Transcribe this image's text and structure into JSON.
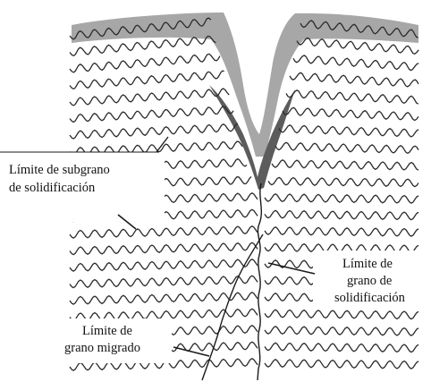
{
  "labels": {
    "subgrain_line1": "Límite de subgrano",
    "subgrain_line2": "de solidificación",
    "solid_line1": "Límite de",
    "solid_line2": "grano de",
    "solid_line3": "solidificación",
    "migrated_line1": "Límite de",
    "migrated_line2": "grano migrado"
  },
  "colors": {
    "cell_stroke": "#2a2a2a",
    "weld_pool_light": "#a7a7a7",
    "weld_pool_dark": "#5c5c5c",
    "boundary_line": "#1a1a1a"
  }
}
